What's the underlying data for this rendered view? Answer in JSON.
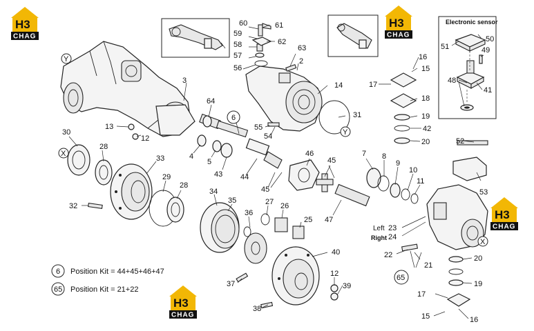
{
  "logos": [
    {
      "top": "H3",
      "bottom": "CHAG"
    },
    {
      "top": "H3",
      "bottom": "CHAG"
    },
    {
      "top": "H3",
      "bottom": "CHAG"
    },
    {
      "top": "H3",
      "bottom": "CHAG"
    }
  ],
  "colors": {
    "logo_yellow": "#f2b705",
    "logo_dark": "#111111",
    "line": "#222222"
  },
  "sensor_box_title": "Electronic sensor",
  "markers": {
    "y": "Y",
    "x": "X"
  },
  "side_labels": {
    "left": "Left",
    "right": "Right"
  },
  "kits": [
    {
      "circle": "6",
      "text": "Position Kit = 44+45+46+47"
    },
    {
      "circle": "65",
      "text": "Position Kit = 21+22"
    }
  ],
  "callouts": {
    "n2": "2",
    "n3": "3",
    "n4": "4",
    "n5": "5",
    "n6": "6",
    "n7": "7",
    "n8": "8",
    "n9": "9",
    "n10": "10",
    "n11": "11",
    "n12a": "12",
    "n12b": "12",
    "n13": "13",
    "n14": "14",
    "n15a": "15",
    "n15b": "15",
    "n16a": "16",
    "n16b": "16",
    "n17a": "17",
    "n17b": "17",
    "n18": "18",
    "n19a": "19",
    "n19b": "19",
    "n20a": "20",
    "n20b": "20",
    "n21": "21",
    "n22": "22",
    "n23": "23",
    "n24": "24",
    "n25": "25",
    "n26": "26",
    "n27": "27",
    "n28a": "28",
    "n28b": "28",
    "n29": "29",
    "n30": "30",
    "n31": "31",
    "n32": "32",
    "n33": "33",
    "n34": "34",
    "n35": "35",
    "n36": "36",
    "n37": "37",
    "n38": "38",
    "n39": "39",
    "n40": "40",
    "n41": "41",
    "n42": "42",
    "n43": "43",
    "n44": "44",
    "n45a": "45",
    "n45b": "45",
    "n46": "46",
    "n47": "47",
    "n48": "48",
    "n49": "49",
    "n50": "50",
    "n51": "51",
    "n52": "52",
    "n53": "53",
    "n54": "54",
    "n55": "55",
    "n56": "56",
    "n57": "57",
    "n58": "58",
    "n59": "59",
    "n60": "60",
    "n61": "61",
    "n62": "62",
    "n63": "63",
    "n64": "64",
    "n65": "65"
  }
}
